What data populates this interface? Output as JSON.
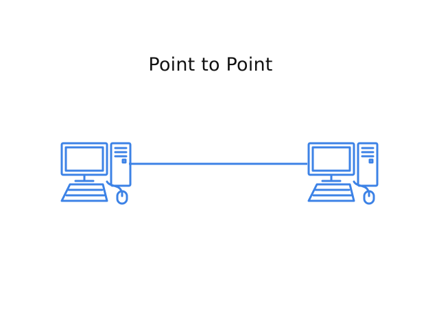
{
  "diagram": {
    "title": "Point to Point",
    "accent_color": "#3c82e6",
    "nodes": [
      {
        "id": "computer-1",
        "icon": "desktop-computer-icon"
      },
      {
        "id": "computer-2",
        "icon": "desktop-computer-icon"
      }
    ],
    "links": [
      {
        "from": "computer-1",
        "to": "computer-2",
        "type": "point-to-point"
      }
    ]
  }
}
